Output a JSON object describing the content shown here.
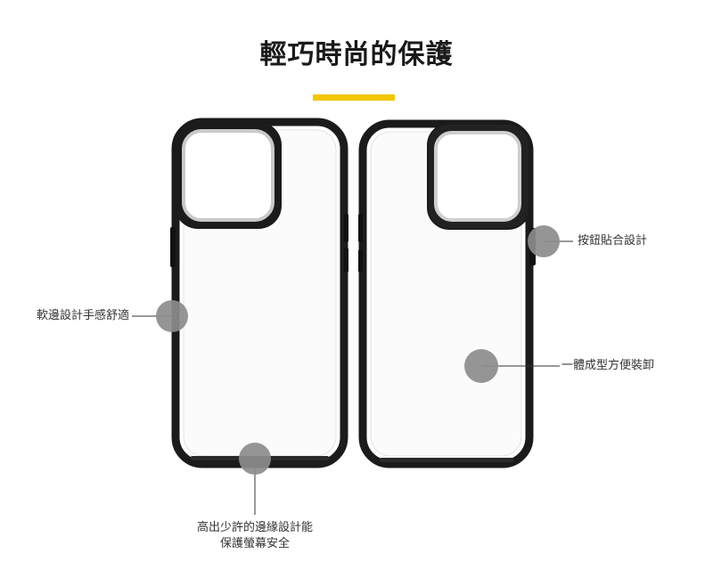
{
  "title": "輕巧時尚的保護",
  "colors": {
    "accent": "#f2c500",
    "frame": "#1b1b1b",
    "marker": "#8c8c8c",
    "leader": "#333333"
  },
  "callouts": {
    "soft_edge": "軟邊設計手感舒適",
    "button": "按鈕貼合設計",
    "one_piece": "一體成型方便裝卸",
    "raised_edge_line1": "高出少許的邊緣設計能",
    "raised_edge_line2": "保護螢幕安全"
  },
  "icons": [
    "phone-case-back-icon",
    "phone-case-angled-icon",
    "callout-marker-icon"
  ]
}
